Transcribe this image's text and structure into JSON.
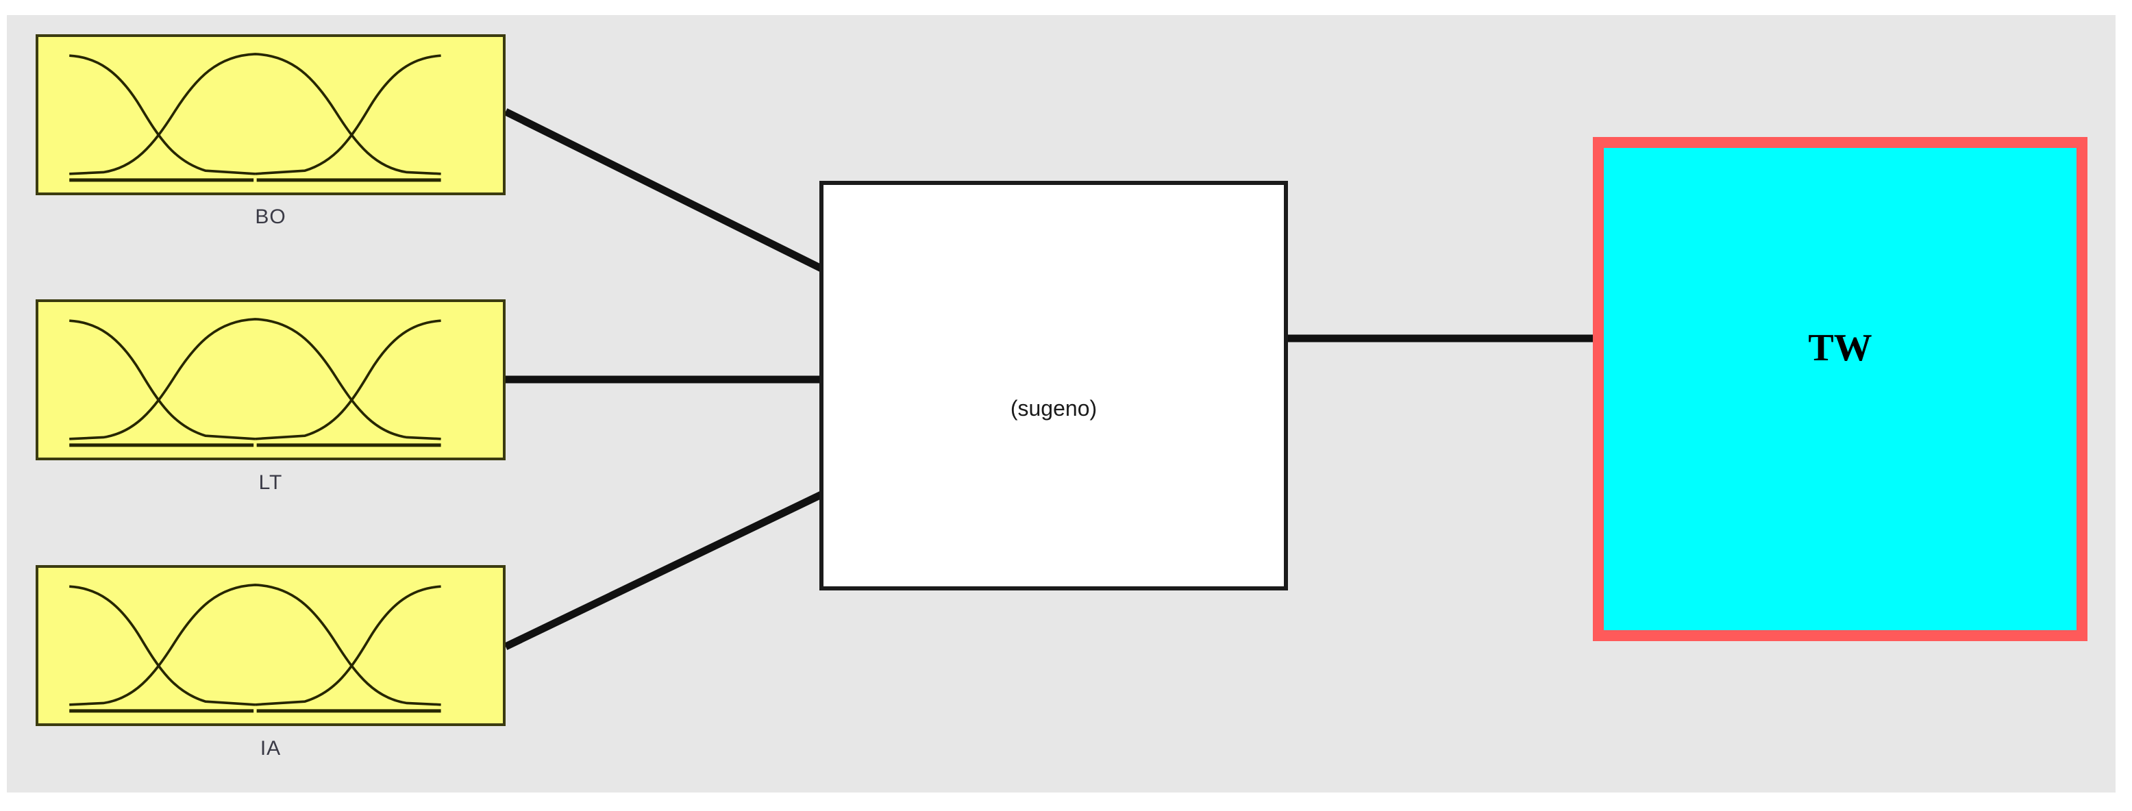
{
  "app": {
    "view_name": "fis-structure-diagram",
    "canvas_background": "#e7e7e7"
  },
  "colors": {
    "input_fill": "#fcfc80",
    "input_border": "#3b3b10",
    "engine_fill": "#ffffff",
    "engine_border": "#1b1b1b",
    "output_fill": "#00ffff",
    "output_border": "#ff5a5a",
    "wire": "#111111",
    "label_text": "#3a3a46"
  },
  "inputs": [
    {
      "id": "bo",
      "label": "BO",
      "mf_count": 3,
      "mf_shape": "gaussian"
    },
    {
      "id": "lt",
      "label": "LT",
      "mf_count": 3,
      "mf_shape": "gaussian"
    },
    {
      "id": "ia",
      "label": "IA",
      "mf_count": 3,
      "mf_shape": "gaussian"
    }
  ],
  "engine": {
    "system_name": "",
    "type_label": "(sugeno)"
  },
  "output": {
    "label": "TW",
    "caption": "",
    "selected": true
  },
  "connections": [
    {
      "from": "bo",
      "to": "engine"
    },
    {
      "from": "lt",
      "to": "engine"
    },
    {
      "from": "ia",
      "to": "engine"
    },
    {
      "from": "engine",
      "to": "output"
    }
  ]
}
